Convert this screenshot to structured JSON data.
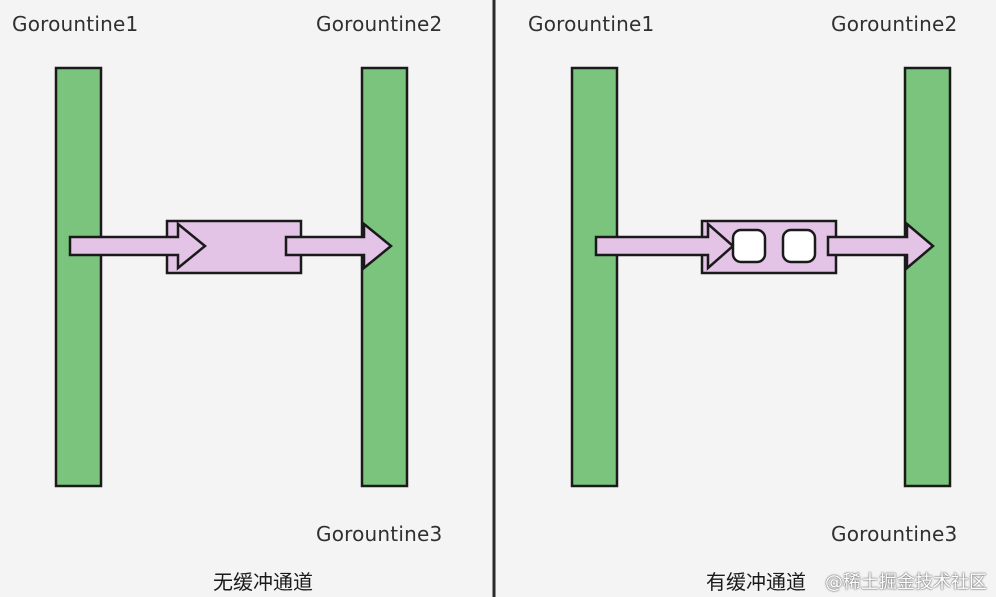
{
  "left_panel": {
    "label_g1": "Gorountine1",
    "label_g2": "Gorountine2",
    "label_g3": "Gorountine3",
    "caption": "无缓冲通道"
  },
  "right_panel": {
    "label_g1": "Gorountine1",
    "label_g2": "Gorountine2",
    "label_g3": "Gorountine3",
    "caption": "有缓冲通道",
    "buffer_slots": 2
  },
  "watermark": "@稀土掘金技术社区",
  "colors": {
    "bar_fill": "#7ac47e",
    "channel_fill": "#e3c3e6",
    "outline": "#1a1a1a",
    "background": "#f4f4f4"
  }
}
